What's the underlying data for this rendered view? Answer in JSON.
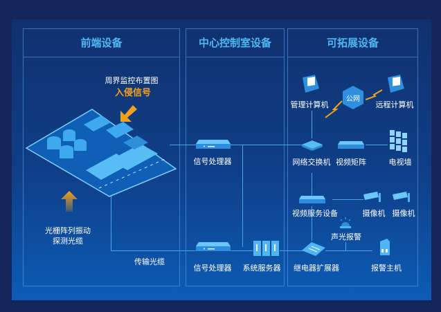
{
  "columns": [
    {
      "title": "前端设备"
    },
    {
      "title": "中心控制室设备"
    },
    {
      "title": "可拓展设备"
    }
  ],
  "frontend": {
    "map_title": "周界监控布置图",
    "intrusion_signal": "入侵信号",
    "sensor_line1": "光栅阵列振动",
    "sensor_line2": "探测光缆",
    "cable": "传输光缆"
  },
  "control": {
    "processor1": "信号处理器",
    "processor2": "信号处理器",
    "server": "系统服务器"
  },
  "expand": {
    "mgmt_pc": "管理计算机",
    "public_net": "公网",
    "remote_pc": "远程计算机",
    "switch": "网络交换机",
    "matrix": "视频矩阵",
    "tv_wall": "电视墙",
    "video_service": "视频服务设备",
    "camera1": "摄像机",
    "camera2": "摄像机",
    "alarm_light": "声光报警",
    "relay": "继电器扩展器",
    "alarm_host": "报警主机"
  },
  "colors": {
    "accent": "#4fb6f2",
    "orange": "#f4a11c",
    "line": "#4aa6e6"
  }
}
